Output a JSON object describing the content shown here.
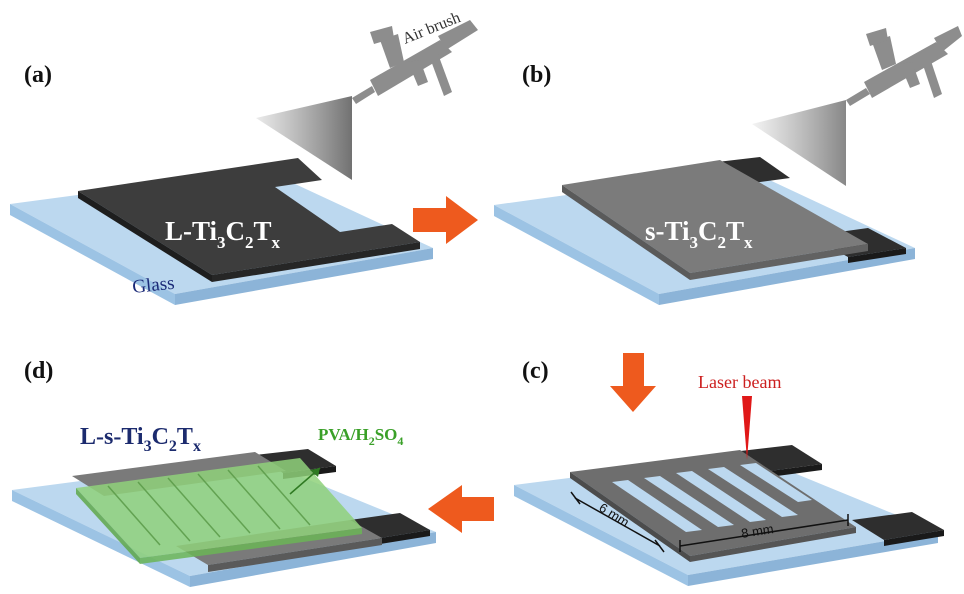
{
  "panels": {
    "a": {
      "label": "(a)",
      "material_main": "L-Ti",
      "material_sub1": "3",
      "material_mid": "C",
      "material_sub2": "2",
      "material_t": "T",
      "material_sub3": "x",
      "substrate_label": "Glass",
      "tool_label": "Air brush"
    },
    "b": {
      "label": "(b)",
      "material_main": "s-Ti",
      "material_sub1": "3",
      "material_mid": "C",
      "material_sub2": "2",
      "material_t": "T",
      "material_sub3": "x"
    },
    "c": {
      "label": "(c)",
      "beam_label": "Laser beam",
      "dim_width": "6 mm",
      "dim_length": "8 mm"
    },
    "d": {
      "label": "(d)",
      "material_main": "L-s-Ti",
      "material_sub1": "3",
      "material_mid": "C",
      "material_sub2": "2",
      "material_t": "T",
      "material_sub3": "x",
      "electrolyte_main": "PVA/H",
      "electrolyte_sub1": "2",
      "electrolyte_mid": "SO",
      "electrolyte_sub2": "4"
    }
  },
  "colors": {
    "glass": "#bcd8ef",
    "glass_edge": "#8cb4d8",
    "dark_film": "#3a3a3a",
    "light_film": "#7a7a7a",
    "electrolyte": "#8fd17a",
    "arrow": "#ee5a1e",
    "laser": "#e01818"
  }
}
